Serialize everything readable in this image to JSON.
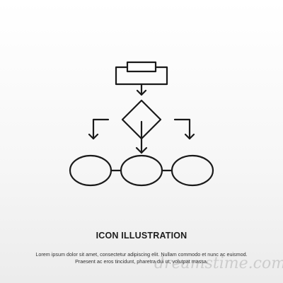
{
  "icon": {
    "name": "flowchart-icon",
    "stroke_color": "#1a1a1a"
  },
  "title": "ICON ILLUSTRATION",
  "description": {
    "line1": "Lorem ipsum dolor sit amet, consectetur adipiscing elit. Nullam commodo et nunc ac euismod.",
    "line2": "Praesent ac eros tincidunt, pharetra dui ut, volutpat massa."
  },
  "watermark": "dreamstime.com",
  "colors": {
    "background_top": "#ffffff",
    "background_bottom": "#ececec",
    "text": "#1c1c1c"
  }
}
